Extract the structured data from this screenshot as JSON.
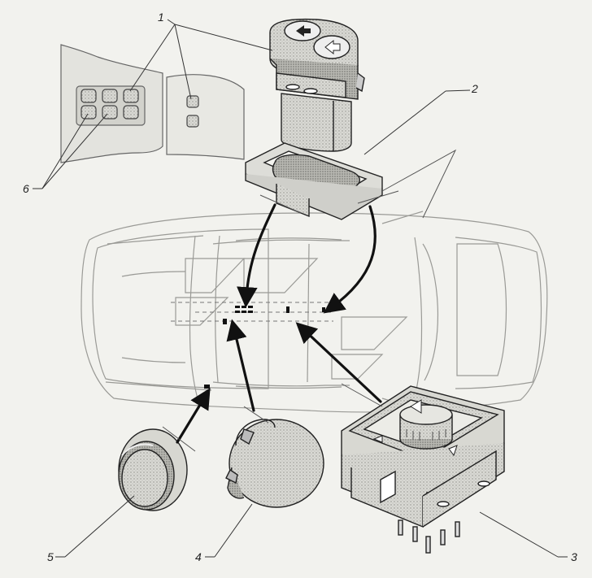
{
  "callouts": {
    "c1": "1",
    "c2": "2",
    "c3": "3",
    "c4": "4",
    "c5": "5",
    "c6": "6"
  },
  "colors": {
    "background": "#f2f2ee",
    "line": "#2a2a2a",
    "stipple": "#b9b9b4",
    "stipple_dark": "#8f8f8a",
    "car_line": "#9a9a96"
  }
}
